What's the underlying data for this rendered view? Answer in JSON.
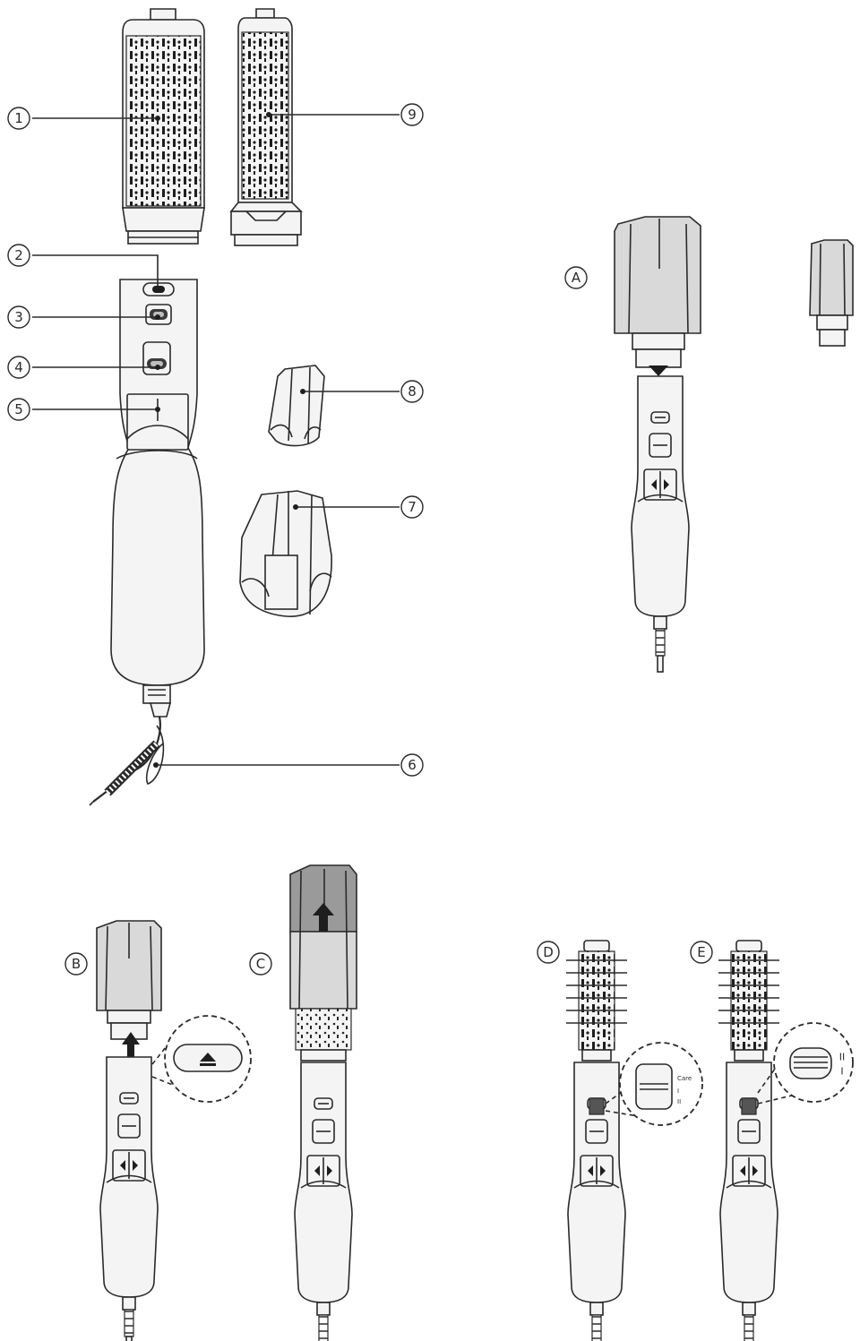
{
  "callouts": [
    {
      "id": "1",
      "label": "1"
    },
    {
      "id": "2",
      "label": "2"
    },
    {
      "id": "3",
      "label": "3"
    },
    {
      "id": "4",
      "label": "4"
    },
    {
      "id": "5",
      "label": "5"
    },
    {
      "id": "6",
      "label": "6"
    },
    {
      "id": "7",
      "label": "7"
    },
    {
      "id": "8",
      "label": "8"
    },
    {
      "id": "9",
      "label": "9"
    }
  ],
  "steps": [
    {
      "id": "A",
      "label": "A"
    },
    {
      "id": "B",
      "label": "B"
    },
    {
      "id": "C",
      "label": "C"
    },
    {
      "id": "D",
      "label": "D"
    },
    {
      "id": "E",
      "label": "E"
    }
  ],
  "switch_text": {
    "care": "Care",
    "one": "I",
    "two": "II"
  },
  "icons": [
    "brush-barrel-icon",
    "bristle-brush-icon",
    "attachment-release-button-icon",
    "airflow-switch-icon",
    "temperature-switch-icon",
    "air-inlet-grille-icon",
    "power-cord-icon",
    "small-cap-icon",
    "large-cap-icon",
    "eject-icon",
    "arrow-up-icon",
    "arrow-down-icon"
  ]
}
